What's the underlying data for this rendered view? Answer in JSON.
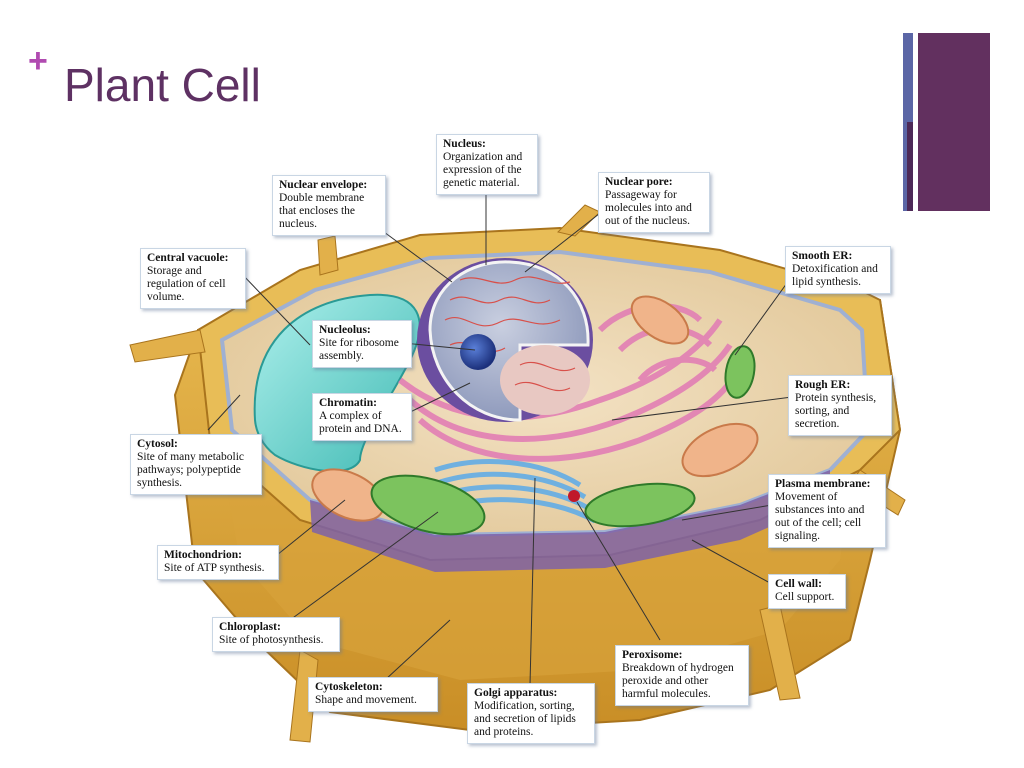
{
  "slide": {
    "plus_glyph": "+",
    "title": "Plant Cell",
    "accent_color": "#62305f",
    "secondary_color": "#5b66a6"
  },
  "labels": [
    {
      "key": "nucleus",
      "heading": "Nucleus:",
      "text": "Organization and\nexpression of the\ngenetic material."
    },
    {
      "key": "nuclear-envelope",
      "heading": "Nuclear envelope:",
      "text": "Double membrane\nthat encloses the\nnucleus."
    },
    {
      "key": "nuclear-pore",
      "heading": "Nuclear pore:",
      "text": "Passageway for\nmolecules into and\nout of the nucleus."
    },
    {
      "key": "central-vacuole",
      "heading": "Central vacuole:",
      "text": "Storage and\nregulation of cell\nvolume."
    },
    {
      "key": "smooth-er",
      "heading": "Smooth ER:",
      "text": "Detoxification and\nlipid synthesis."
    },
    {
      "key": "nucleolus",
      "heading": "Nucleolus:",
      "text": "Site for ribosome\nassembly."
    },
    {
      "key": "chromatin",
      "heading": "Chromatin:",
      "text": "A complex of\nprotein and DNA."
    },
    {
      "key": "rough-er",
      "heading": "Rough ER:",
      "text": "Protein synthesis,\nsorting, and\nsecretion."
    },
    {
      "key": "cytosol",
      "heading": "Cytosol:",
      "text": "Site of many metabolic\npathways; polypeptide\nsynthesis."
    },
    {
      "key": "plasma-membrane",
      "heading": "Plasma membrane:",
      "text": "Movement of\nsubstances into and\nout of the cell; cell\nsignaling."
    },
    {
      "key": "mitochondrion",
      "heading": "Mitochondrion:",
      "text": "Site of ATP synthesis."
    },
    {
      "key": "cell-wall",
      "heading": "Cell wall:",
      "text": "Cell support."
    },
    {
      "key": "chloroplast",
      "heading": "Chloroplast:",
      "text": "Site of photosynthesis."
    },
    {
      "key": "peroxisome",
      "heading": "Peroxisome:",
      "text": "Breakdown of hydrogen\nperoxide and other\nharmful molecules."
    },
    {
      "key": "cytoskeleton",
      "heading": "Cytoskeleton:",
      "text": "Shape and movement."
    },
    {
      "key": "golgi",
      "heading": "Golgi apparatus:",
      "text": "Modification, sorting,\nand secretion of lipids\nand proteins."
    }
  ]
}
